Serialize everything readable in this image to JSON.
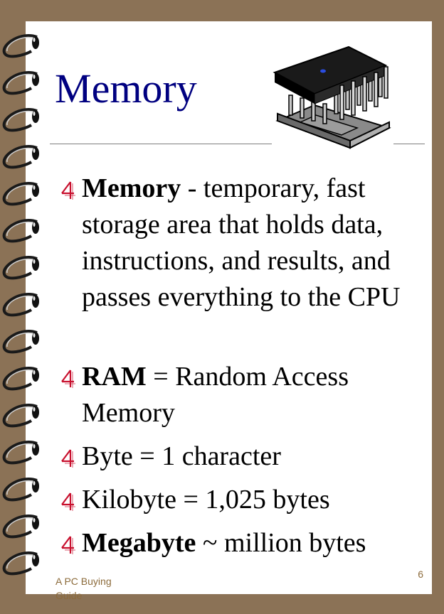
{
  "slide": {
    "title": "Memory",
    "bullets": [
      {
        "term": "Memory",
        "rest": " - temporary, fast storage area that holds data, instructions, and results, and passes everything to the CPU"
      },
      {
        "term": "RAM",
        "rest": " = Random Access Memory"
      },
      {
        "term": "",
        "rest": "Byte = 1 character"
      },
      {
        "term": "",
        "rest": "Kilobyte = 1,025 bytes"
      },
      {
        "term": "Megabyte",
        "rest": " ~ million bytes"
      }
    ]
  },
  "footer": {
    "left": "A PC Buying Guide",
    "page_number": "6"
  },
  "icons": {
    "bullet": "four-bullet-icon",
    "image": "memory-chip-icon",
    "binding": "spiral-binding"
  },
  "colors": {
    "background": "#8b7256",
    "title": "#000080",
    "footer": "#8c6b3b"
  }
}
